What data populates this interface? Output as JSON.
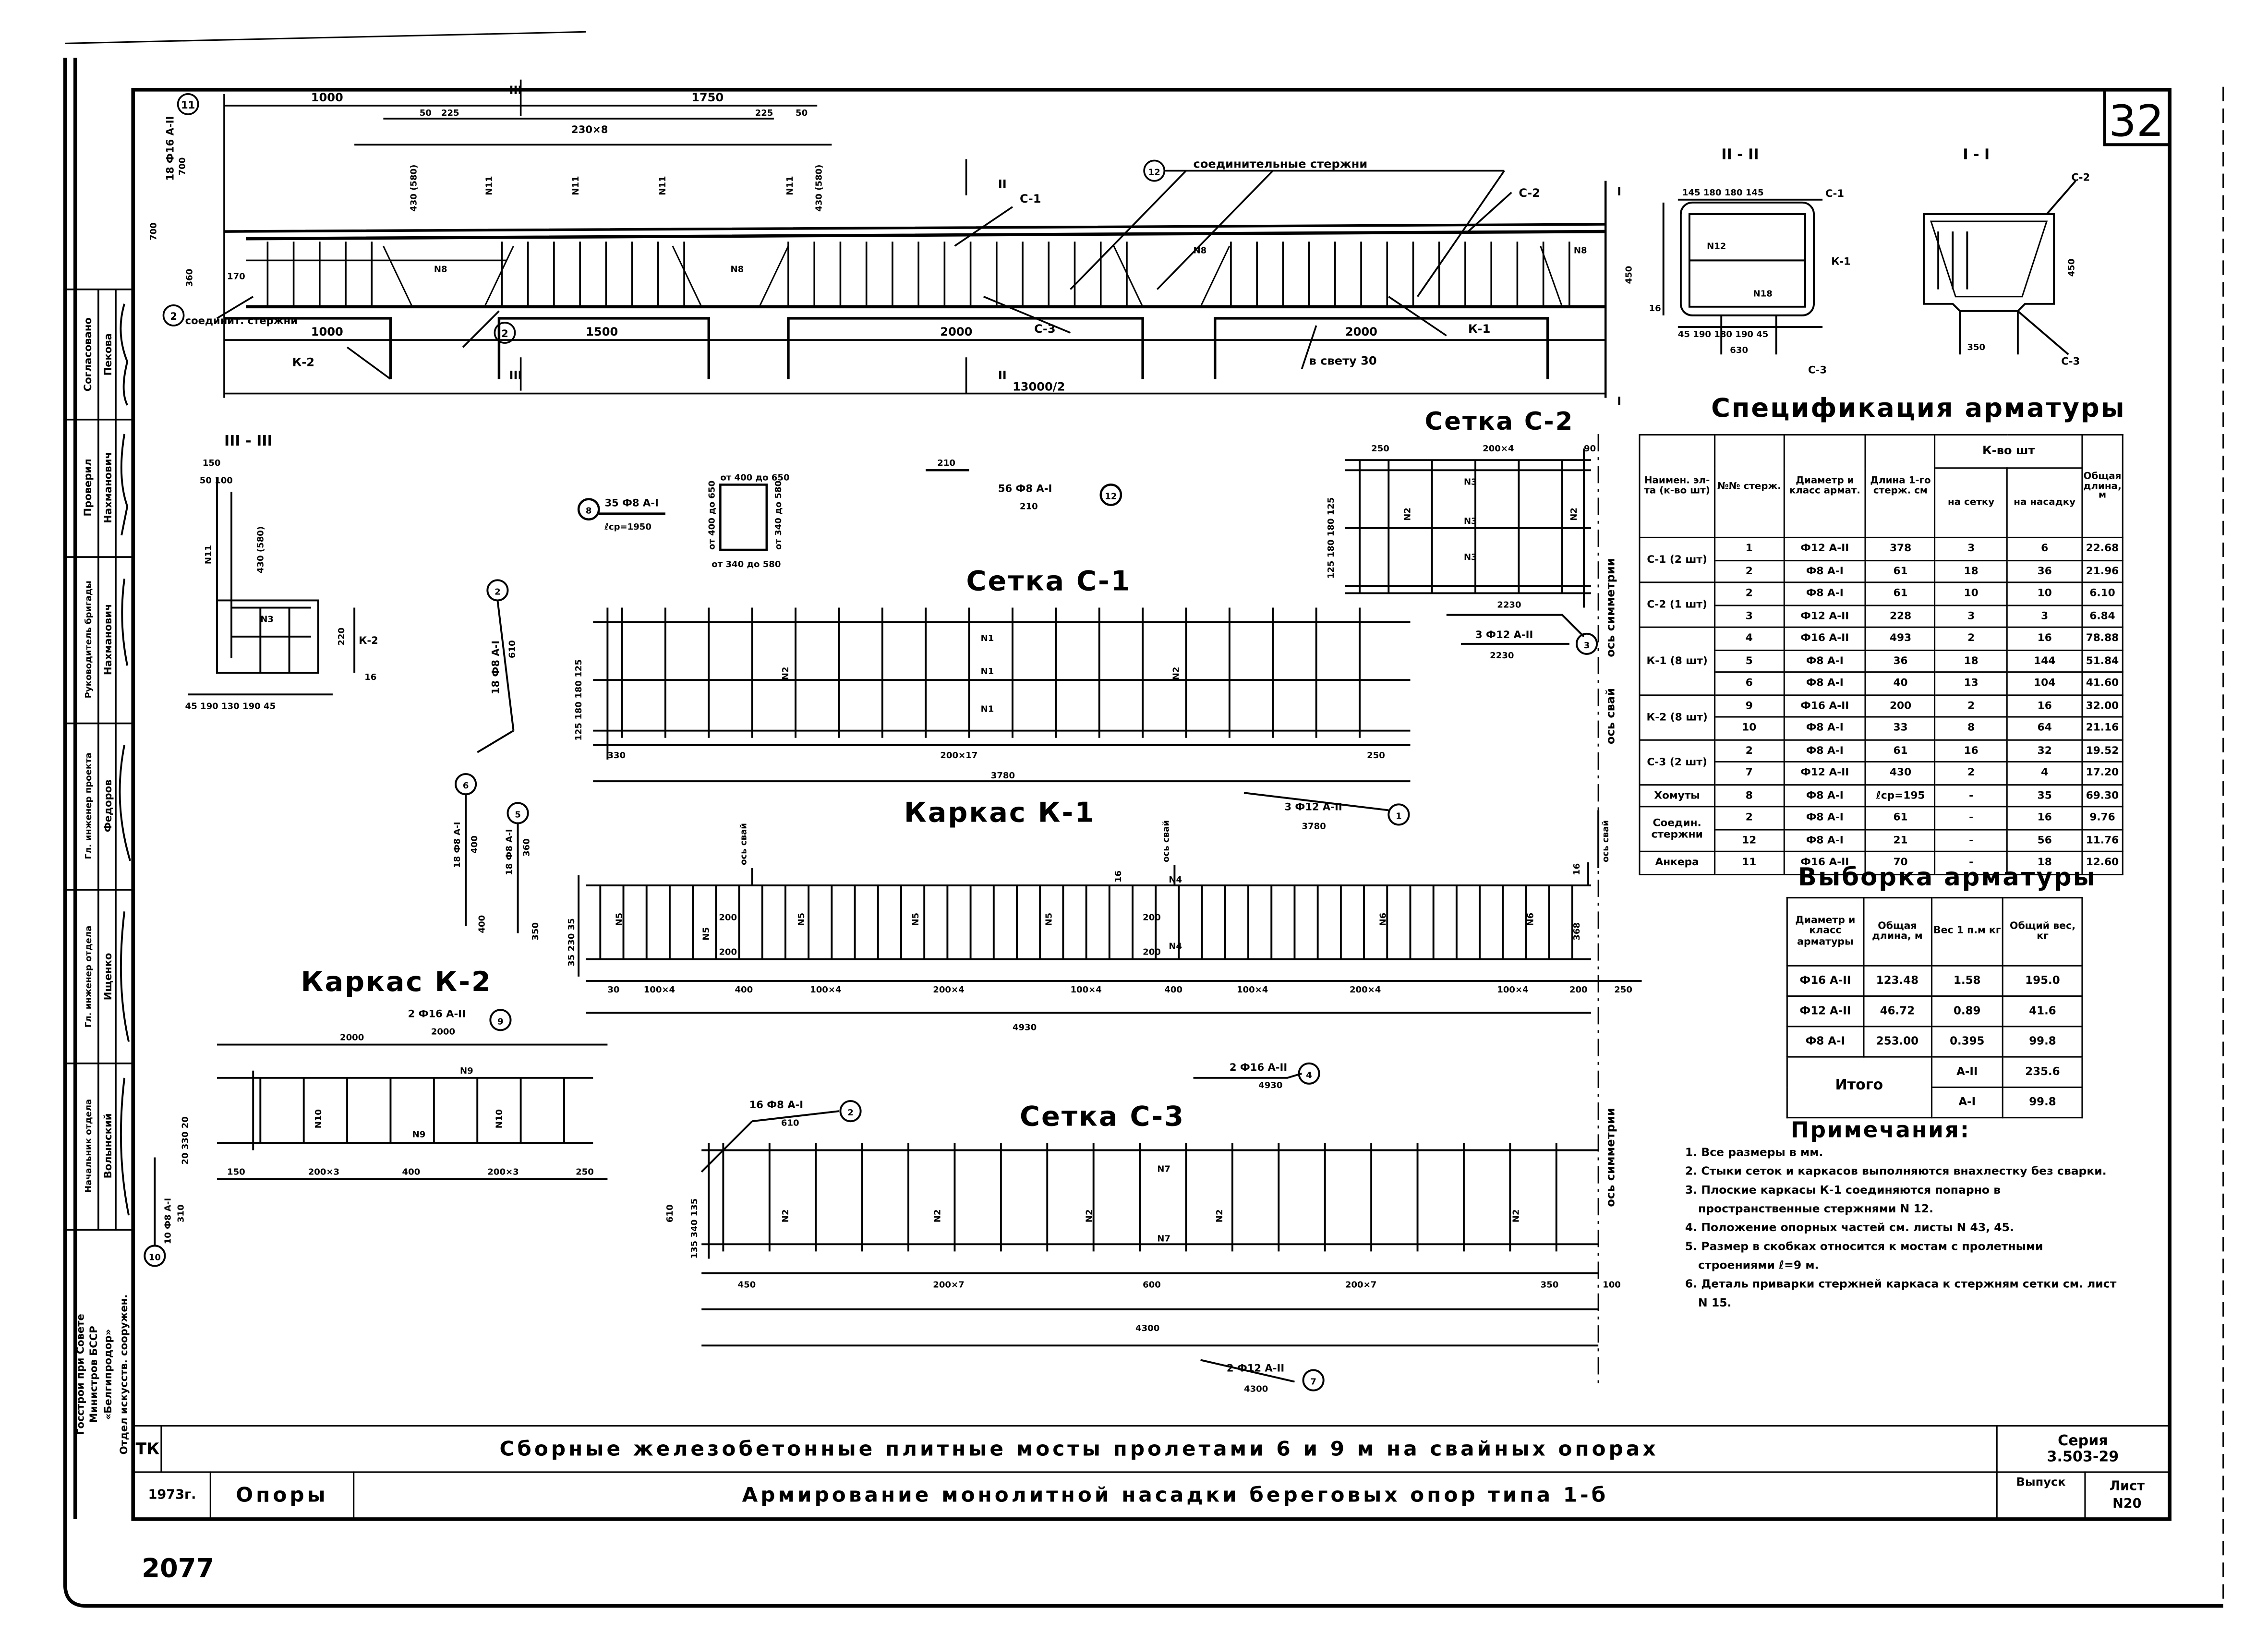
{
  "sheet_number": "32",
  "archive_number": "2077",
  "title_block": {
    "code": "ТК",
    "main_title": "Сборные железобетонные плитные мосты пролетами 6 и 9 м на свайных опорах",
    "series_label": "Серия",
    "series": "3.503-29",
    "year": "1973г.",
    "section": "Опоры",
    "sheet_title": "Армирование монолитной насадки береговых опор типа 1-б",
    "issue_label": "Выпуск",
    "sheet_label": "Лист",
    "sheet_no": "N20"
  },
  "approvals": [
    {
      "role": "Согласовано",
      "name": "Пекова"
    },
    {
      "role": "Проверил",
      "name": "Нахманович"
    },
    {
      "role": "Руководитель бригады",
      "name": "Нахманович"
    },
    {
      "role": "Гл. инженер проекта",
      "name": "Федоров"
    },
    {
      "role": "Гл. инженер отдела",
      "name": "Ищенко"
    },
    {
      "role": "Начальник отдела",
      "name": "Волынский"
    }
  ],
  "organization": [
    "Госстрой при Совете",
    "Министров БССР",
    "«Белгипродор»",
    "Отдел искусств. сооружен."
  ],
  "spec": {
    "title": "Спецификация арматуры",
    "headers": {
      "element": "Наимен. эл-та (к-во шт)",
      "bar_no": "№№ стерж.",
      "diameter": "Диаметр и класс армат.",
      "length": "Длина 1-го стерж. см",
      "qty": "К-во шт",
      "per_mesh": "на сетку",
      "per_cap": "на насадку",
      "total": "Общая длина, м"
    },
    "rows": [
      {
        "element": "С-1 (2 шт)",
        "no": "1",
        "d": "Ф12 А-II",
        "len": "378",
        "mesh": "3",
        "cap": "6",
        "total": "22.68"
      },
      {
        "element": "",
        "no": "2",
        "d": "Ф8 А-I",
        "len": "61",
        "mesh": "18",
        "cap": "36",
        "total": "21.96"
      },
      {
        "element": "С-2 (1 шт)",
        "no": "2",
        "d": "Ф8 А-I",
        "len": "61",
        "mesh": "10",
        "cap": "10",
        "total": "6.10"
      },
      {
        "element": "",
        "no": "3",
        "d": "Ф12 А-II",
        "len": "228",
        "mesh": "3",
        "cap": "3",
        "total": "6.84"
      },
      {
        "element": "К-1 (8 шт)",
        "no": "4",
        "d": "Ф16 А-II",
        "len": "493",
        "mesh": "2",
        "cap": "16",
        "total": "78.88"
      },
      {
        "element": "",
        "no": "5",
        "d": "Ф8 А-I",
        "len": "36",
        "mesh": "18",
        "cap": "144",
        "total": "51.84"
      },
      {
        "element": "",
        "no": "6",
        "d": "Ф8 А-I",
        "len": "40",
        "mesh": "13",
        "cap": "104",
        "total": "41.60"
      },
      {
        "element": "К-2 (8 шт)",
        "no": "9",
        "d": "Ф16 А-II",
        "len": "200",
        "mesh": "2",
        "cap": "16",
        "total": "32.00"
      },
      {
        "element": "",
        "no": "10",
        "d": "Ф8 А-I",
        "len": "33",
        "mesh": "8",
        "cap": "64",
        "total": "21.16"
      },
      {
        "element": "С-3 (2 шт)",
        "no": "2",
        "d": "Ф8 А-I",
        "len": "61",
        "mesh": "16",
        "cap": "32",
        "total": "19.52"
      },
      {
        "element": "",
        "no": "7",
        "d": "Ф12 А-II",
        "len": "430",
        "mesh": "2",
        "cap": "4",
        "total": "17.20"
      },
      {
        "element": "Хомуты",
        "no": "8",
        "d": "Ф8 А-I",
        "len": "ℓср=195",
        "mesh": "-",
        "cap": "35",
        "total": "69.30"
      },
      {
        "element": "Соедин. стержни",
        "no": "2",
        "d": "Ф8 А-I",
        "len": "61",
        "mesh": "-",
        "cap": "16",
        "total": "9.76"
      },
      {
        "element": "",
        "no": "12",
        "d": "Ф8 А-I",
        "len": "21",
        "mesh": "-",
        "cap": "56",
        "total": "11.76"
      },
      {
        "element": "Анкера",
        "no": "11",
        "d": "Ф16 А-II",
        "len": "70",
        "mesh": "-",
        "cap": "18",
        "total": "12.60"
      }
    ]
  },
  "selection": {
    "title": "Выборка арматуры",
    "headers": {
      "d": "Диаметр и класс арматуры",
      "len": "Общая длина, м",
      "w": "Вес 1 п.м кг",
      "tw": "Общий вес, кг"
    },
    "rows": [
      {
        "d": "Ф16 А-II",
        "len": "123.48",
        "w": "1.58",
        "tw": "195.0"
      },
      {
        "d": "Ф12 А-II",
        "len": "46.72",
        "w": "0.89",
        "tw": "41.6"
      },
      {
        "d": "Ф8 А-I",
        "len": "253.00",
        "w": "0.395",
        "tw": "99.8"
      }
    ],
    "total_label": "Итого",
    "totals": [
      {
        "cls": "А-II",
        "tw": "235.6"
      },
      {
        "cls": "А-I",
        "tw": "99.8"
      }
    ]
  },
  "notes": {
    "title": "Примечания:",
    "items": [
      "1. Все размеры в мм.",
      "2. Стыки сеток и каркасов выполняются внахлестку без сварки.",
      "3. Плоские каркасы К-1 соединяются попарно в пространственные стержнями N 12.",
      "4. Положение опорных частей см. листы N 43, 45.",
      "5. Размер в скобках относится к мостам с пролетными строениями ℓ=9 м.",
      "6. Деталь приварки стержней каркаса к стержням сетки см. лист N 15."
    ]
  },
  "elevation": {
    "d1000": "1000",
    "d1750": "1750",
    "d225": "225",
    "d50": "50",
    "d230x8": "230×8",
    "d430": "430 (580)",
    "n11": "N11",
    "n8": "N8",
    "d700": "700",
    "d360": "360",
    "d170": "170",
    "d450": "450",
    "anchor": "18 Ф16 А-II",
    "anchor_no": "11",
    "conn_left": "соединит. стержни",
    "conn_no": "2",
    "conn12": "соединительные стержни",
    "conn12_no": "12",
    "s1500": "1500",
    "s2000": "2000",
    "clear": "в свету 30",
    "half": "13000/2",
    "k2": "К-2",
    "c1": "С-1",
    "c2": "С-2",
    "c3": "С-3",
    "k1": "К-1",
    "cut1": "I",
    "cut2": "II",
    "cut3": "III"
  },
  "section2": {
    "title": "II - II",
    "top": "145 180 180 145",
    "bottom": "45 190 180 190 45",
    "width": "630",
    "c1": "С-1",
    "k1": "К-1",
    "c3": "С-3",
    "n12": "N12",
    "n18": "N18",
    "d16": "16"
  },
  "section1": {
    "title": "I - I",
    "c2": "С-2",
    "c3": "С-3",
    "d450": "450",
    "d350": "350"
  },
  "section3": {
    "title": "III - III",
    "d150": "150",
    "d50100": "50 100",
    "n11": "N11",
    "d430": "430 (580)",
    "n3": "N3",
    "k2": "К-2",
    "d220": "220",
    "bottom": "45 190 130 190 45",
    "d16": "16"
  },
  "stirrup": {
    "no": "8",
    "label": "35 Ф8 А-I",
    "lavg": "ℓср=1950",
    "r1": "от 400 до 650",
    "r2": "от 340 до 580"
  },
  "bar12": {
    "no": "12",
    "label": "56 Ф8 А-I",
    "len": "210",
    "top": "210"
  },
  "mesh_c2": {
    "title": "Сетка С-2",
    "d250": "250",
    "d200x4": "200×4",
    "d90": "90",
    "n3": "N3",
    "n2": "N2",
    "vert": "125 180 180 125",
    "d2230": "2230",
    "bar": "3 Ф12 А-II",
    "bar_len": "2230",
    "bar_no": "3",
    "axis": "ось симметрии"
  },
  "mesh_c1": {
    "title": "Сетка С-1",
    "bar2": "18 Ф8 А-I",
    "bar2_len": "610",
    "bar2_no": "2",
    "vert": "125 180 180 125",
    "n1": "N1",
    "n2": "N2",
    "d330": "330",
    "d200x17": "200×17",
    "d250": "250",
    "d3780": "3780",
    "bar1": "3 Ф12 А-II",
    "bar1_len": "3780",
    "bar1_no": "1",
    "axis": "ось свай"
  },
  "frame_k1": {
    "title": "Каркас К-1",
    "bar6": "18 Ф8 А-I",
    "bar6_len": "400",
    "bar6_no": "6",
    "bar5": "18 Ф8 А-I",
    "bar5_len": "360",
    "bar5_no": "5",
    "d400": "400",
    "d350": "350",
    "vert": "35 230 35",
    "n5": "N5",
    "n6": "N6",
    "n4": "N4",
    "d200": "200",
    "d16": "16",
    "d368": "368",
    "dims": [
      "30",
      "100×4",
      "400",
      "100×4",
      "200×4",
      "100×4",
      "400",
      "100×4",
      "200×4",
      "100×4",
      "200",
      "250"
    ],
    "d4930": "4930",
    "bar4": "2 Ф16 А-II",
    "bar4_len": "4930",
    "bar4_no": "4",
    "axis": "ось свай",
    "axis2": "ось симметрии"
  },
  "frame_k2": {
    "title": "Каркас К-2",
    "bar9": "2 Ф16 А-II",
    "bar9_len": "2000",
    "bar9_no": "9",
    "d2000": "2000",
    "n9": "N9",
    "n10": "N10",
    "vert": "20 330 20",
    "dims": [
      "150",
      "200×3",
      "400",
      "200×3",
      "250"
    ],
    "bar10": "10 Ф8 А-I",
    "bar10_len": "310",
    "bar10_no": "10"
  },
  "mesh_c3": {
    "title": "Сетка С-3",
    "bar2": "16 Ф8 А-I",
    "bar2_len": "610",
    "bar2_no": "2",
    "n7": "N7",
    "n2": "N2",
    "vert": "135 340 135",
    "d610": "610",
    "dims": [
      "450",
      "200×7",
      "600",
      "200×7",
      "350",
      "100"
    ],
    "d4300": "4300",
    "bar7": "2 Ф12 А-II",
    "bar7_len": "4300",
    "bar7_no": "7",
    "axis": "ось симметрии"
  }
}
